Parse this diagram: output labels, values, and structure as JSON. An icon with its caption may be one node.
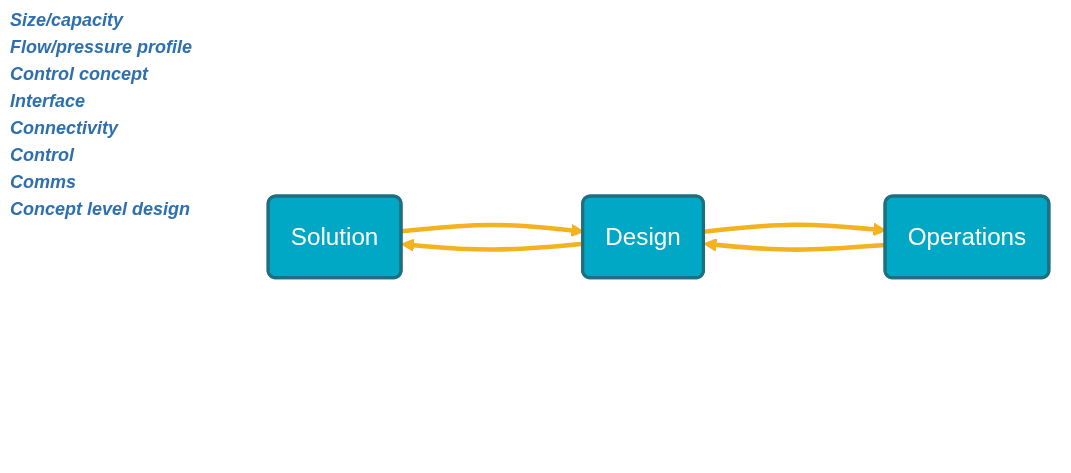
{
  "diagram": {
    "nodes": [
      {
        "text": [
          "Solution"
        ]
      },
      {
        "text": [
          "Design"
        ]
      },
      {
        "text": [
          "Operations"
        ]
      }
    ],
    "edges": [
      {
        "from": 0,
        "to": 1,
        "arrow": "to"
      },
      {
        "from": 1,
        "to": 0,
        "arrow": "to"
      },
      {
        "from": 1,
        "to": 2,
        "arrow": "to"
      },
      {
        "from": 2,
        "to": 1,
        "arrow": "to"
      }
    ],
    "labels": [
      "Size/capacity",
      "Flow/pressure profile",
      "Control concept",
      "Interface",
      "Connectivity",
      "Control",
      "Comms",
      "Concept level design"
    ]
  }
}
